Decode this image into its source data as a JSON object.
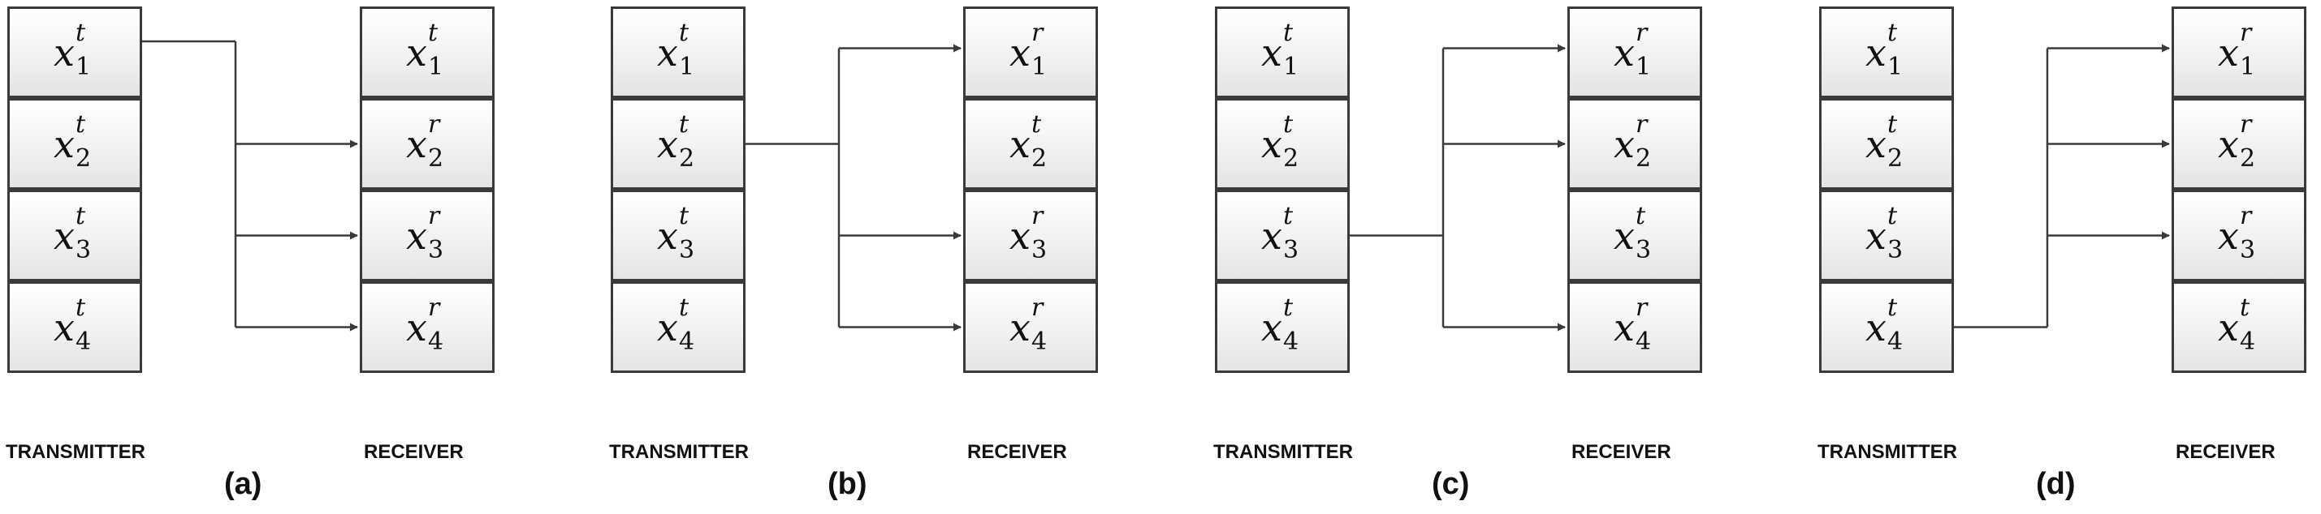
{
  "colors": {
    "stroke": "#3a3a3a",
    "cell_fill_top": "#ffffff",
    "cell_fill_bottom": "#e4e4e4"
  },
  "panels": [
    {
      "label": "(a)",
      "transmitter_label": "TRANSMITTER",
      "receiver_label": "RECEIVER",
      "transmitter_cells": [
        {
          "var": "x",
          "sup": "t",
          "sub": "1"
        },
        {
          "var": "x",
          "sup": "t",
          "sub": "2"
        },
        {
          "var": "x",
          "sup": "t",
          "sub": "3"
        },
        {
          "var": "x",
          "sup": "t",
          "sub": "4"
        }
      ],
      "receiver_cells": [
        {
          "var": "x",
          "sup": "t",
          "sub": "1"
        },
        {
          "var": "x",
          "sup": "r",
          "sub": "2"
        },
        {
          "var": "x",
          "sup": "r",
          "sub": "3"
        },
        {
          "var": "x",
          "sup": "r",
          "sub": "4"
        }
      ],
      "source_index": 0,
      "target_indices": [
        1,
        2,
        3
      ]
    },
    {
      "label": "(b)",
      "transmitter_label": "TRANSMITTER",
      "receiver_label": "RECEIVER",
      "transmitter_cells": [
        {
          "var": "x",
          "sup": "t",
          "sub": "1"
        },
        {
          "var": "x",
          "sup": "t",
          "sub": "2"
        },
        {
          "var": "x",
          "sup": "t",
          "sub": "3"
        },
        {
          "var": "x",
          "sup": "t",
          "sub": "4"
        }
      ],
      "receiver_cells": [
        {
          "var": "x",
          "sup": "r",
          "sub": "1"
        },
        {
          "var": "x",
          "sup": "t",
          "sub": "2"
        },
        {
          "var": "x",
          "sup": "r",
          "sub": "3"
        },
        {
          "var": "x",
          "sup": "r",
          "sub": "4"
        }
      ],
      "source_index": 1,
      "target_indices": [
        0,
        2,
        3
      ]
    },
    {
      "label": "(c)",
      "transmitter_label": "TRANSMITTER",
      "receiver_label": "RECEIVER",
      "transmitter_cells": [
        {
          "var": "x",
          "sup": "t",
          "sub": "1"
        },
        {
          "var": "x",
          "sup": "t",
          "sub": "2"
        },
        {
          "var": "x",
          "sup": "t",
          "sub": "3"
        },
        {
          "var": "x",
          "sup": "t",
          "sub": "4"
        }
      ],
      "receiver_cells": [
        {
          "var": "x",
          "sup": "r",
          "sub": "1"
        },
        {
          "var": "x",
          "sup": "r",
          "sub": "2"
        },
        {
          "var": "x",
          "sup": "t",
          "sub": "3"
        },
        {
          "var": "x",
          "sup": "r",
          "sub": "4"
        }
      ],
      "source_index": 2,
      "target_indices": [
        0,
        1,
        3
      ]
    },
    {
      "label": "(d)",
      "transmitter_label": "TRANSMITTER",
      "receiver_label": "RECEIVER",
      "transmitter_cells": [
        {
          "var": "x",
          "sup": "t",
          "sub": "1"
        },
        {
          "var": "x",
          "sup": "t",
          "sub": "2"
        },
        {
          "var": "x",
          "sup": "t",
          "sub": "3"
        },
        {
          "var": "x",
          "sup": "t",
          "sub": "4"
        }
      ],
      "receiver_cells": [
        {
          "var": "x",
          "sup": "r",
          "sub": "1"
        },
        {
          "var": "x",
          "sup": "r",
          "sub": "2"
        },
        {
          "var": "x",
          "sup": "r",
          "sub": "3"
        },
        {
          "var": "x",
          "sup": "t",
          "sub": "4"
        }
      ],
      "source_index": 3,
      "target_indices": [
        0,
        1,
        2
      ]
    }
  ]
}
